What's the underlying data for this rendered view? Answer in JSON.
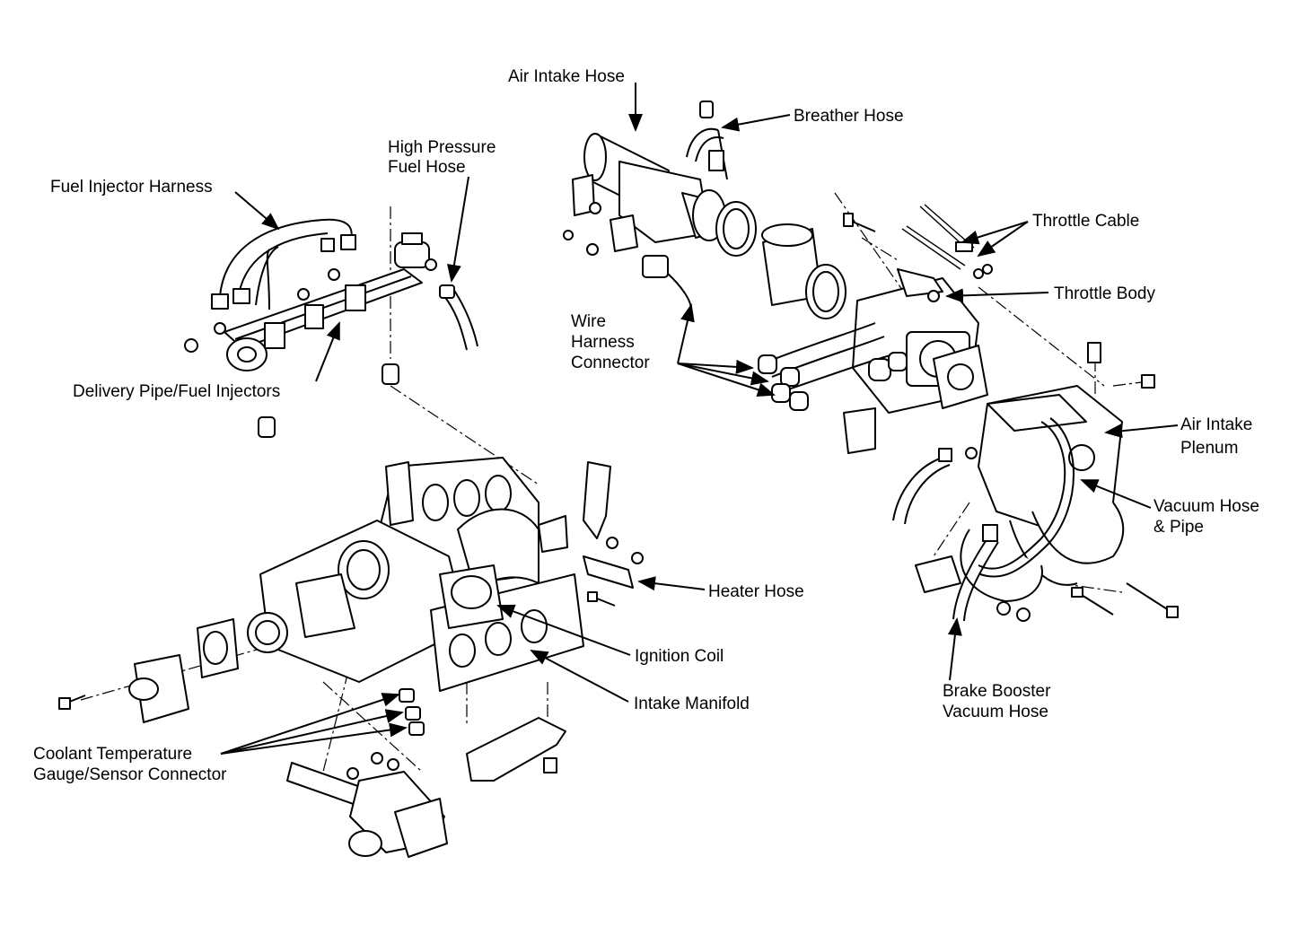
{
  "diagram": {
    "labels": {
      "air_intake_hose": "Air Intake Hose",
      "breather_hose": "Breather Hose",
      "high_pressure_fuel_hose_1": "High Pressure",
      "high_pressure_fuel_hose_2": "Fuel Hose",
      "fuel_injector_harness": "Fuel Injector Harness",
      "throttle_cable": "Throttle Cable",
      "throttle_body": "Throttle Body",
      "wire_harness_connector_1": "Wire",
      "wire_harness_connector_2": "Harness",
      "wire_harness_connector_3": "Connector",
      "delivery_pipe": "Delivery Pipe/Fuel Injectors",
      "air_intake_plenum_1": "Air Intake",
      "air_intake_plenum_2": "Plenum",
      "vacuum_hose_pipe_1": "Vacuum Hose",
      "vacuum_hose_pipe_2": "& Pipe",
      "heater_hose": "Heater Hose",
      "ignition_coil": "Ignition Coil",
      "intake_manifold": "Intake Manifold",
      "brake_booster_1": "Brake Booster",
      "brake_booster_2": "Vacuum Hose",
      "coolant_temp_1": "Coolant Temperature",
      "coolant_temp_2": "Gauge/Sensor Connector"
    }
  }
}
